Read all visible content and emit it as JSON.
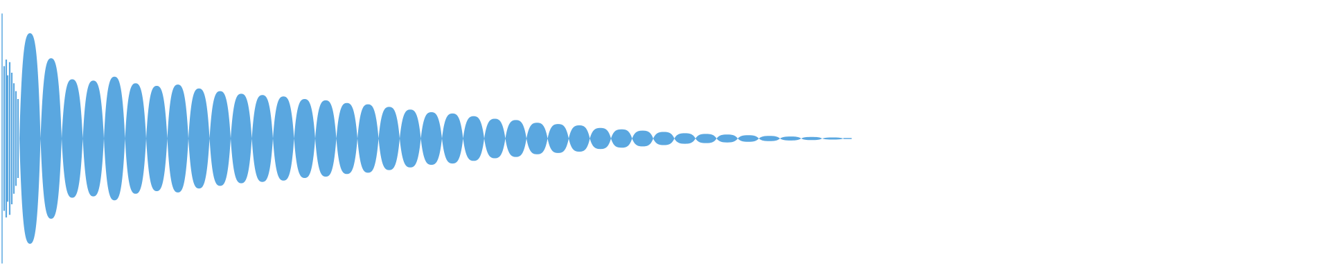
{
  "waveform": {
    "color": "#5aa7e0",
    "background": "#ffffff",
    "peaks": [
      {
        "i": 0,
        "amp": 0.8
      },
      {
        "i": 1,
        "amp": 0.61
      },
      {
        "i": 2,
        "amp": 0.45
      },
      {
        "i": 3,
        "amp": 0.44
      },
      {
        "i": 4,
        "amp": 0.47
      },
      {
        "i": 5,
        "amp": 0.42
      },
      {
        "i": 6,
        "amp": 0.4
      },
      {
        "i": 7,
        "amp": 0.41
      },
      {
        "i": 8,
        "amp": 0.38
      },
      {
        "i": 9,
        "amp": 0.36
      },
      {
        "i": 10,
        "amp": 0.34
      },
      {
        "i": 11,
        "amp": 0.33
      },
      {
        "i": 12,
        "amp": 0.32
      },
      {
        "i": 13,
        "amp": 0.3
      },
      {
        "i": 14,
        "amp": 0.29
      },
      {
        "i": 15,
        "amp": 0.27
      },
      {
        "i": 16,
        "amp": 0.26
      },
      {
        "i": 17,
        "amp": 0.24
      },
      {
        "i": 18,
        "amp": 0.22
      },
      {
        "i": 19,
        "amp": 0.2
      },
      {
        "i": 20,
        "amp": 0.19
      },
      {
        "i": 21,
        "amp": 0.17
      },
      {
        "i": 22,
        "amp": 0.15
      },
      {
        "i": 23,
        "amp": 0.14
      },
      {
        "i": 24,
        "amp": 0.12
      },
      {
        "i": 25,
        "amp": 0.11
      },
      {
        "i": 26,
        "amp": 0.1
      },
      {
        "i": 27,
        "amp": 0.08
      },
      {
        "i": 28,
        "amp": 0.07
      },
      {
        "i": 29,
        "amp": 0.06
      },
      {
        "i": 30,
        "amp": 0.05
      },
      {
        "i": 31,
        "amp": 0.04
      },
      {
        "i": 32,
        "amp": 0.035
      },
      {
        "i": 33,
        "amp": 0.03
      },
      {
        "i": 34,
        "amp": 0.025
      },
      {
        "i": 35,
        "amp": 0.02
      },
      {
        "i": 36,
        "amp": 0.015
      },
      {
        "i": 37,
        "amp": 0.012
      },
      {
        "i": 38,
        "amp": 0.008
      }
    ]
  }
}
